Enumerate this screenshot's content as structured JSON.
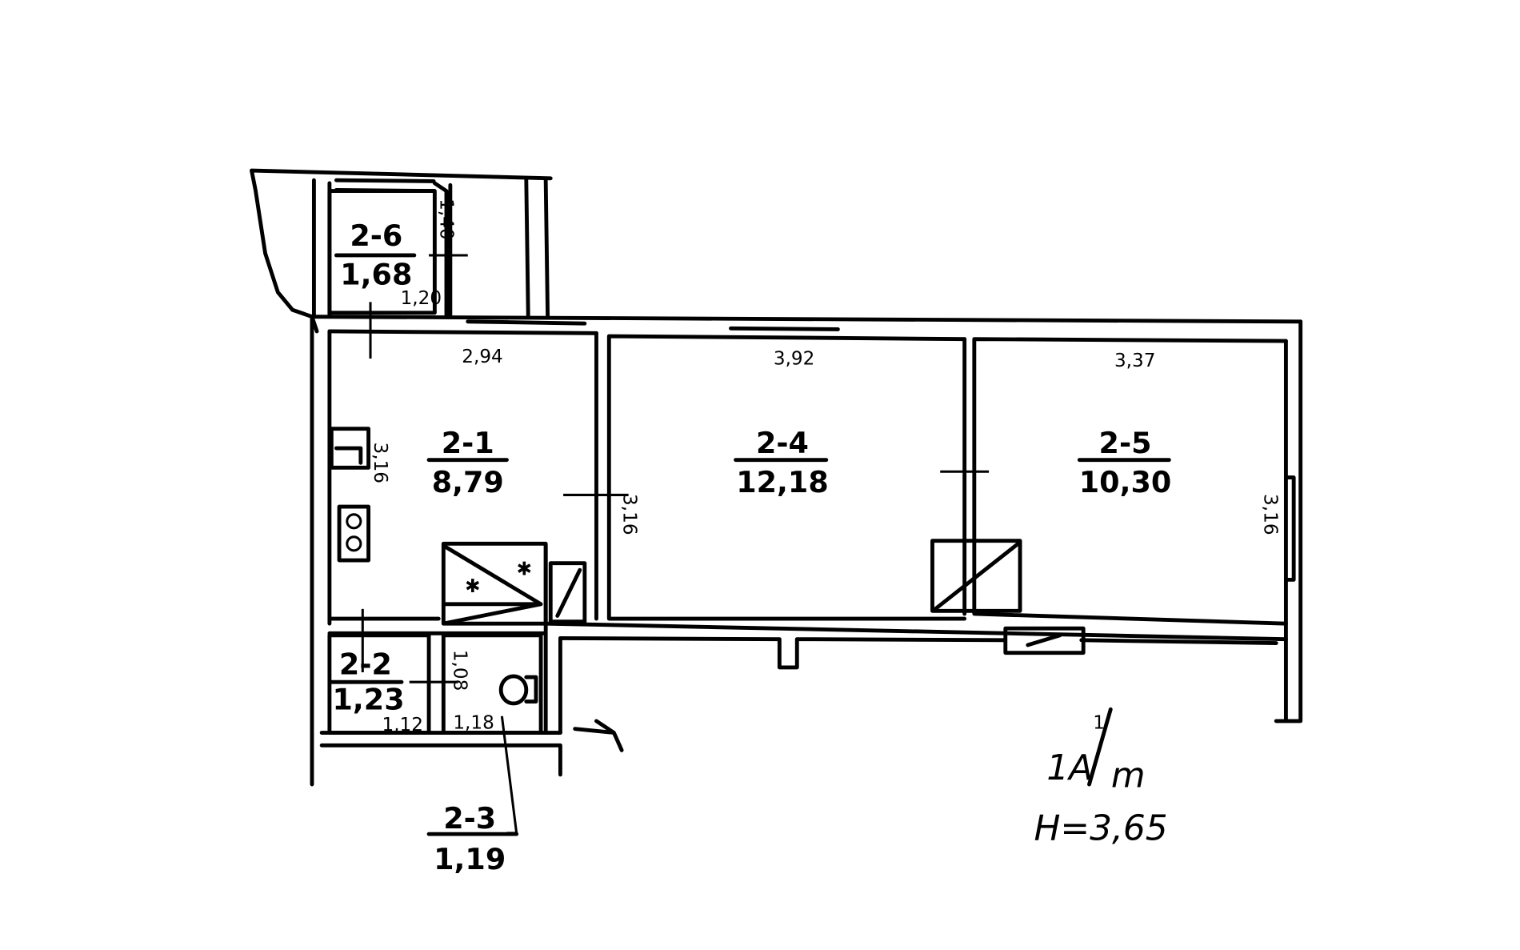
{
  "rooms": [
    {
      "id": "2-6",
      "area": "1,68"
    },
    {
      "id": "2-1",
      "area": "8,79"
    },
    {
      "id": "2-4",
      "area": "12,18"
    },
    {
      "id": "2-5",
      "area": "10,30"
    },
    {
      "id": "2-2",
      "area": "1,23"
    },
    {
      "id": "2-3",
      "area": "1,19"
    }
  ],
  "dimensions": {
    "d_2_6_height": "1,40",
    "d_2_6_width": "1,20",
    "d_2_1_width": "2,94",
    "d_2_4_width": "3,92",
    "d_2_5_width": "3,37",
    "d_2_1_depth": "3,16",
    "d_2_4_depth": "3,16",
    "d_2_5_depth": "3,16",
    "d_2_2_height": "1,08",
    "d_2_2_width": "1,12",
    "d_2_3_width": "1,18"
  },
  "title": {
    "code": "1A",
    "fraction_num": "1",
    "fraction_den": "m",
    "height": "H=3,65"
  }
}
